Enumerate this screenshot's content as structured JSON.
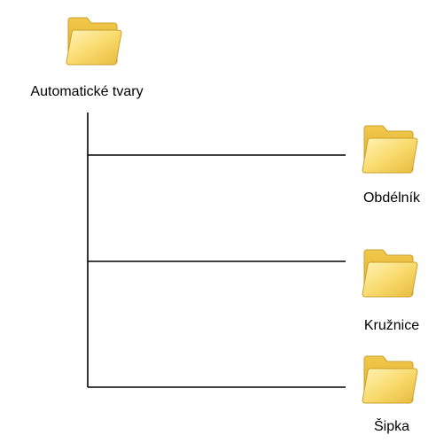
{
  "root": {
    "label": "Automatické tvary",
    "icon": "folder-icon"
  },
  "children": [
    {
      "label": "Obdélník",
      "icon": "folder-icon"
    },
    {
      "label": "Kružnice",
      "icon": "folder-icon"
    },
    {
      "label": "Šipka",
      "icon": "folder-icon"
    }
  ],
  "colors": {
    "folder_fill": "#f6d56a",
    "folder_light": "#fbe9a0",
    "folder_edge": "#c9a22c",
    "line": "#000000"
  }
}
